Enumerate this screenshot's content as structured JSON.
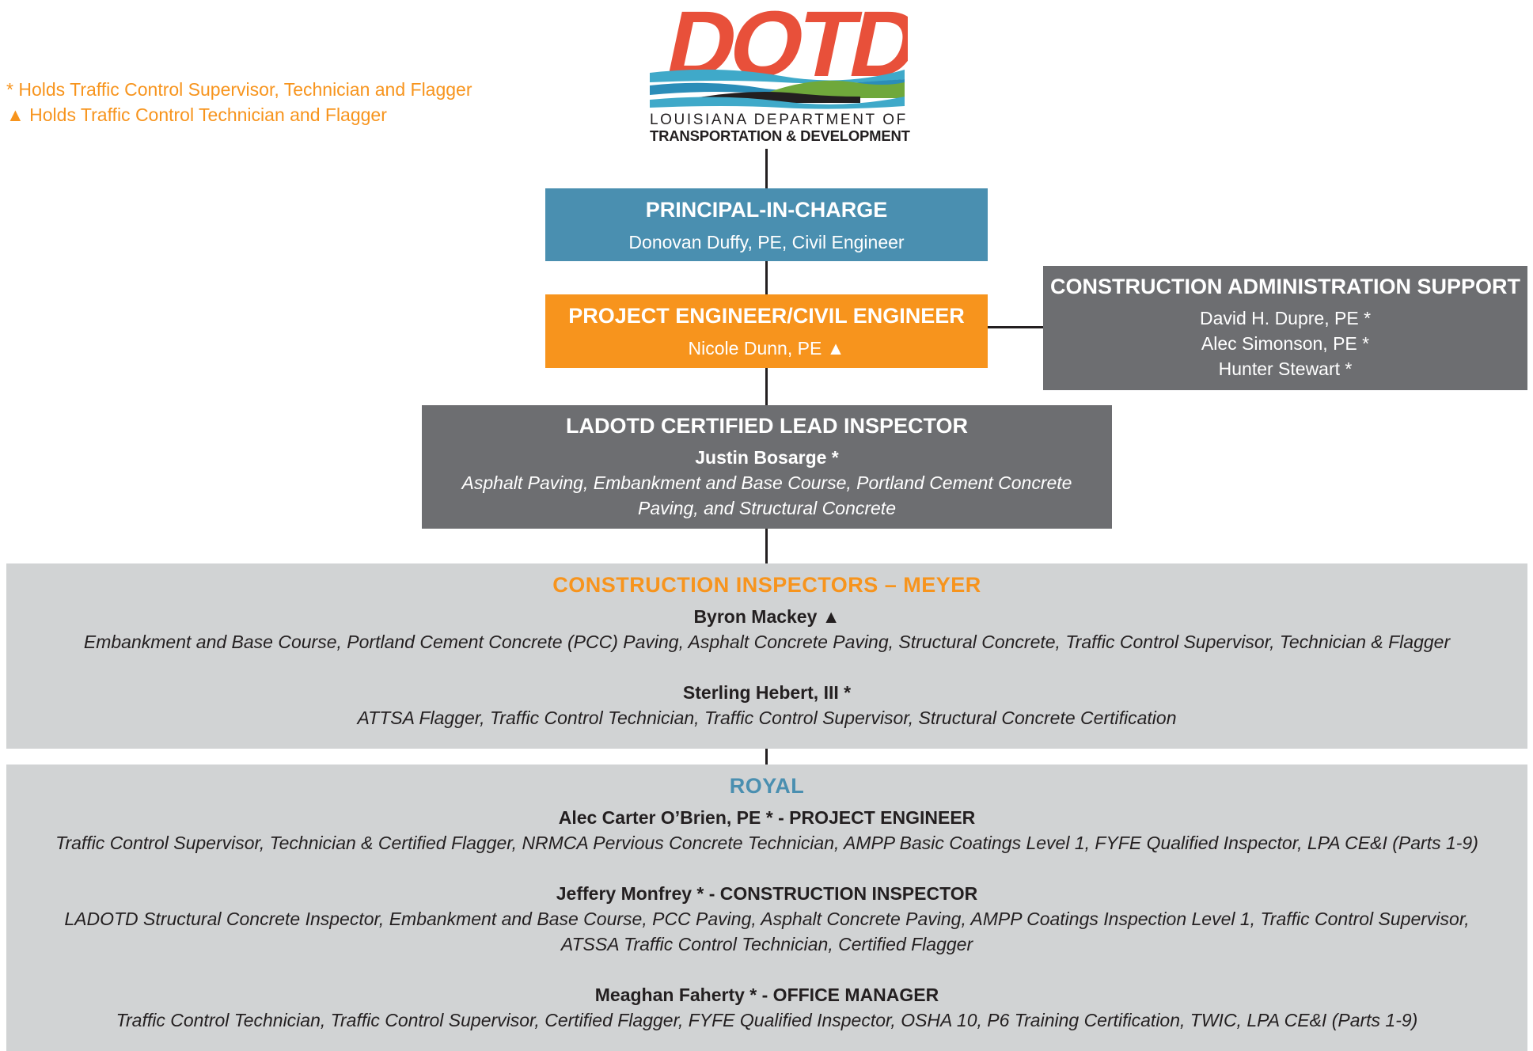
{
  "legend": {
    "line1": "* Holds Traffic Control Supervisor, Technician and Flagger",
    "line2": "▲ Holds Traffic Control Technician and Flagger"
  },
  "logo": {
    "wordmark": "DOTD",
    "line1": "LOUISIANA DEPARTMENT OF",
    "line2": "TRANSPORTATION & DEVELOPMENT"
  },
  "colors": {
    "blue": "#4a8fb0",
    "orange": "#f7941d",
    "dark_gray": "#6d6e71",
    "light_gray": "#d1d3d4",
    "logo_red": "#e8503a"
  },
  "principal": {
    "title": "PRINCIPAL-IN-CHARGE",
    "name": "Donovan Duffy, PE, Civil Engineer"
  },
  "project_engineer": {
    "title": "PROJECT ENGINEER/CIVIL ENGINEER",
    "name": "Nicole Dunn, PE ▲"
  },
  "admin_support": {
    "title": "CONSTRUCTION ADMINISTRATION SUPPORT",
    "members": [
      "David H. Dupre, PE *",
      "Alec Simonson, PE *",
      "Hunter Stewart *"
    ]
  },
  "lead_inspector": {
    "title": "LADOTD CERTIFIED LEAD INSPECTOR",
    "name": "Justin Bosarge *",
    "desc_line1": "Asphalt Paving, Embankment and Base Course, Portland Cement Concrete",
    "desc_line2": "Paving, and Structural Concrete"
  },
  "meyer": {
    "heading": "CONSTRUCTION INSPECTORS – MEYER",
    "people": [
      {
        "name": "Byron Mackey ▲",
        "desc": [
          "Embankment and Base Course, Portland Cement Concrete (PCC) Paving, Asphalt Concrete Paving, Structural Concrete, Traffic Control Supervisor, Technician & Flagger"
        ]
      },
      {
        "name": "Sterling Hebert, III *",
        "desc": [
          "ATTSA Flagger, Traffic Control Technician, Traffic Control Supervisor, Structural Concrete Certification"
        ]
      }
    ]
  },
  "royal": {
    "heading": "ROYAL",
    "people": [
      {
        "name": "Alec Carter O’Brien, PE * - PROJECT ENGINEER",
        "desc": [
          "Traffic Control Supervisor, Technician & Certified Flagger, NRMCA Pervious Concrete Technician, AMPP Basic Coatings Level 1, FYFE Qualified Inspector, LPA CE&I (Parts 1-9)"
        ]
      },
      {
        "name": "Jeffery Monfrey * - CONSTRUCTION INSPECTOR",
        "desc": [
          "LADOTD Structural Concrete Inspector, Embankment and Base Course, PCC Paving, Asphalt Concrete Paving, AMPP Coatings Inspection Level 1, Traffic Control Supervisor,",
          "ATSSA Traffic Control Technician, Certified Flagger"
        ]
      },
      {
        "name": "Meaghan Faherty * - OFFICE MANAGER",
        "desc": [
          "Traffic Control Technician, Traffic Control Supervisor, Certified Flagger, FYFE Qualified Inspector, OSHA 10, P6 Training Certification, TWIC, LPA CE&I (Parts 1-9)"
        ]
      }
    ]
  }
}
